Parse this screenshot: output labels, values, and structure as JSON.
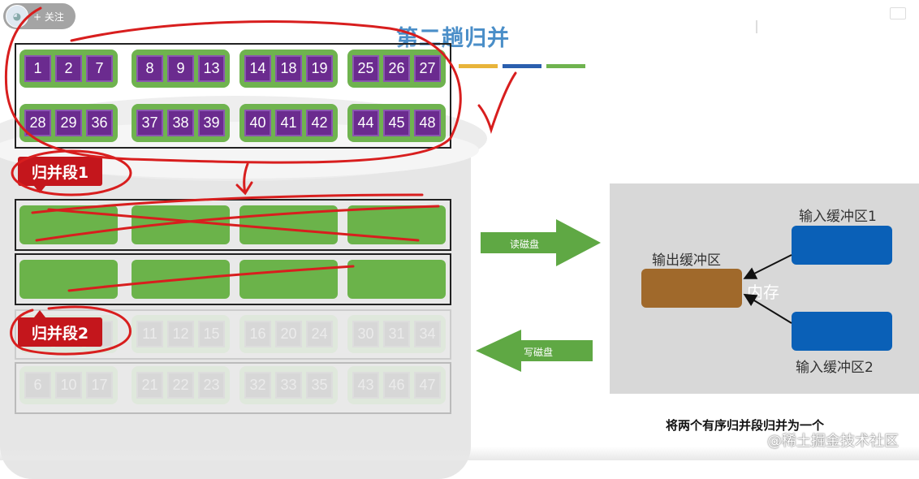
{
  "follow": {
    "label": "+ 关注"
  },
  "title": "第二趟归并",
  "legend_colors": [
    "#e8b43a",
    "#2b5fae",
    "#6fb34f"
  ],
  "top_rows": [
    [
      [
        "1",
        "2",
        "7"
      ],
      [
        "8",
        "9",
        "13"
      ],
      [
        "14",
        "18",
        "19"
      ],
      [
        "25",
        "26",
        "27"
      ]
    ],
    [
      [
        "28",
        "29",
        "36"
      ],
      [
        "37",
        "38",
        "39"
      ],
      [
        "40",
        "41",
        "42"
      ],
      [
        "44",
        "45",
        "48"
      ]
    ]
  ],
  "faint_rows": [
    [
      [
        "",
        "",
        ""
      ],
      [
        "11",
        "12",
        "15"
      ],
      [
        "16",
        "20",
        "24"
      ],
      [
        "30",
        "31",
        "34"
      ]
    ],
    [
      [
        "6",
        "10",
        "17"
      ],
      [
        "21",
        "22",
        "23"
      ],
      [
        "32",
        "33",
        "35"
      ],
      [
        "43",
        "46",
        "47"
      ]
    ]
  ],
  "segments": {
    "seg1": "归并段1",
    "seg2": "归并段2"
  },
  "arrows": {
    "read": "读磁盘",
    "write": "写磁盘"
  },
  "memory": {
    "label": "内存",
    "out_buffer": "输出缓冲区",
    "in_buffer1": "输入缓冲区1",
    "in_buffer2": "输入缓冲区2"
  },
  "caption": "将两个有序归并段归并为一个",
  "watermark": "@稀土掘金技术社区",
  "colors": {
    "cell": "#6b2b8f",
    "group": "#6fb34f",
    "tag": "#c4161c",
    "annotation": "#d81e1e",
    "in_buffer": "#0a60b7",
    "out_buffer": "#a0692b",
    "arrow": "#5fa844"
  }
}
